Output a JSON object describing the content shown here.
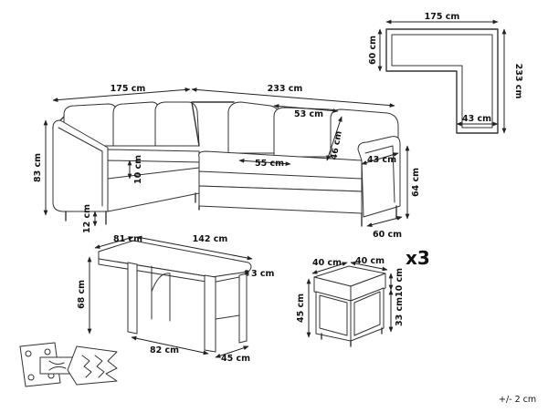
{
  "dimensions": {
    "top_view_width": "175 cm",
    "top_view_depth": "60 cm",
    "top_view_length": "233 cm",
    "top_view_seat": "43 cm",
    "sofa_width_left": "175 cm",
    "sofa_width_right": "233 cm",
    "sofa_height": "83 cm",
    "sofa_seat_depth": "53 cm",
    "sofa_back_height": "46 cm",
    "sofa_cushion": "10 cm",
    "sofa_seat_len": "55 cm",
    "sofa_arm": "43 cm",
    "sofa_leg": "12 cm",
    "sofa_seat_height": "64 cm",
    "sofa_depth": "60 cm",
    "table_edge": "81 cm",
    "table_length": "142 cm",
    "table_top": "3 cm",
    "table_height": "68 cm",
    "table_base_len": "82 cm",
    "table_base_depth": "45 cm",
    "stool_w1": "40 cm",
    "stool_w2": "40 cm",
    "stool_height": "45 cm",
    "stool_cushion": "10 cm",
    "stool_leg": "33 cm"
  },
  "quantity": "x3",
  "tolerance": "+/- 2 cm",
  "icons": [
    "assembly-clip-icon"
  ]
}
